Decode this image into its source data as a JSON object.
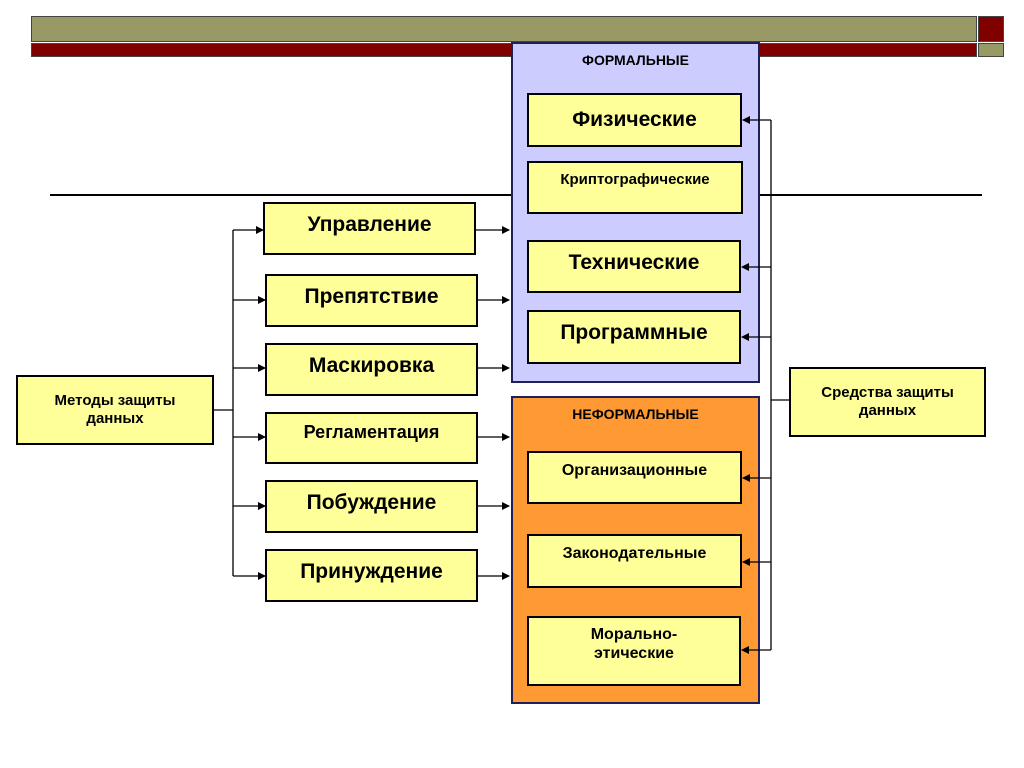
{
  "colors": {
    "box_fill": "#ffff99",
    "formal_fill": "#ccccff",
    "informal_fill": "#ff9933",
    "bar_olive": "#999966",
    "bar_maroon": "#800000"
  },
  "methods": {
    "root": "Методы защиты данных",
    "items": [
      "Управление",
      "Препятствие",
      "Маскировка",
      "Регламентация",
      "Побуждение",
      "Принуждение"
    ]
  },
  "means": {
    "root": "Средства защиты данных",
    "formal": {
      "title": "ФОРМАЛЬНЫЕ",
      "items": [
        "Физические",
        "Криптографические",
        "Технические",
        "Программные"
      ]
    },
    "informal": {
      "title": "НЕФОРМАЛЬНЫЕ",
      "items": [
        "Организационные",
        "Законодательные",
        "Морально-этические"
      ]
    }
  }
}
